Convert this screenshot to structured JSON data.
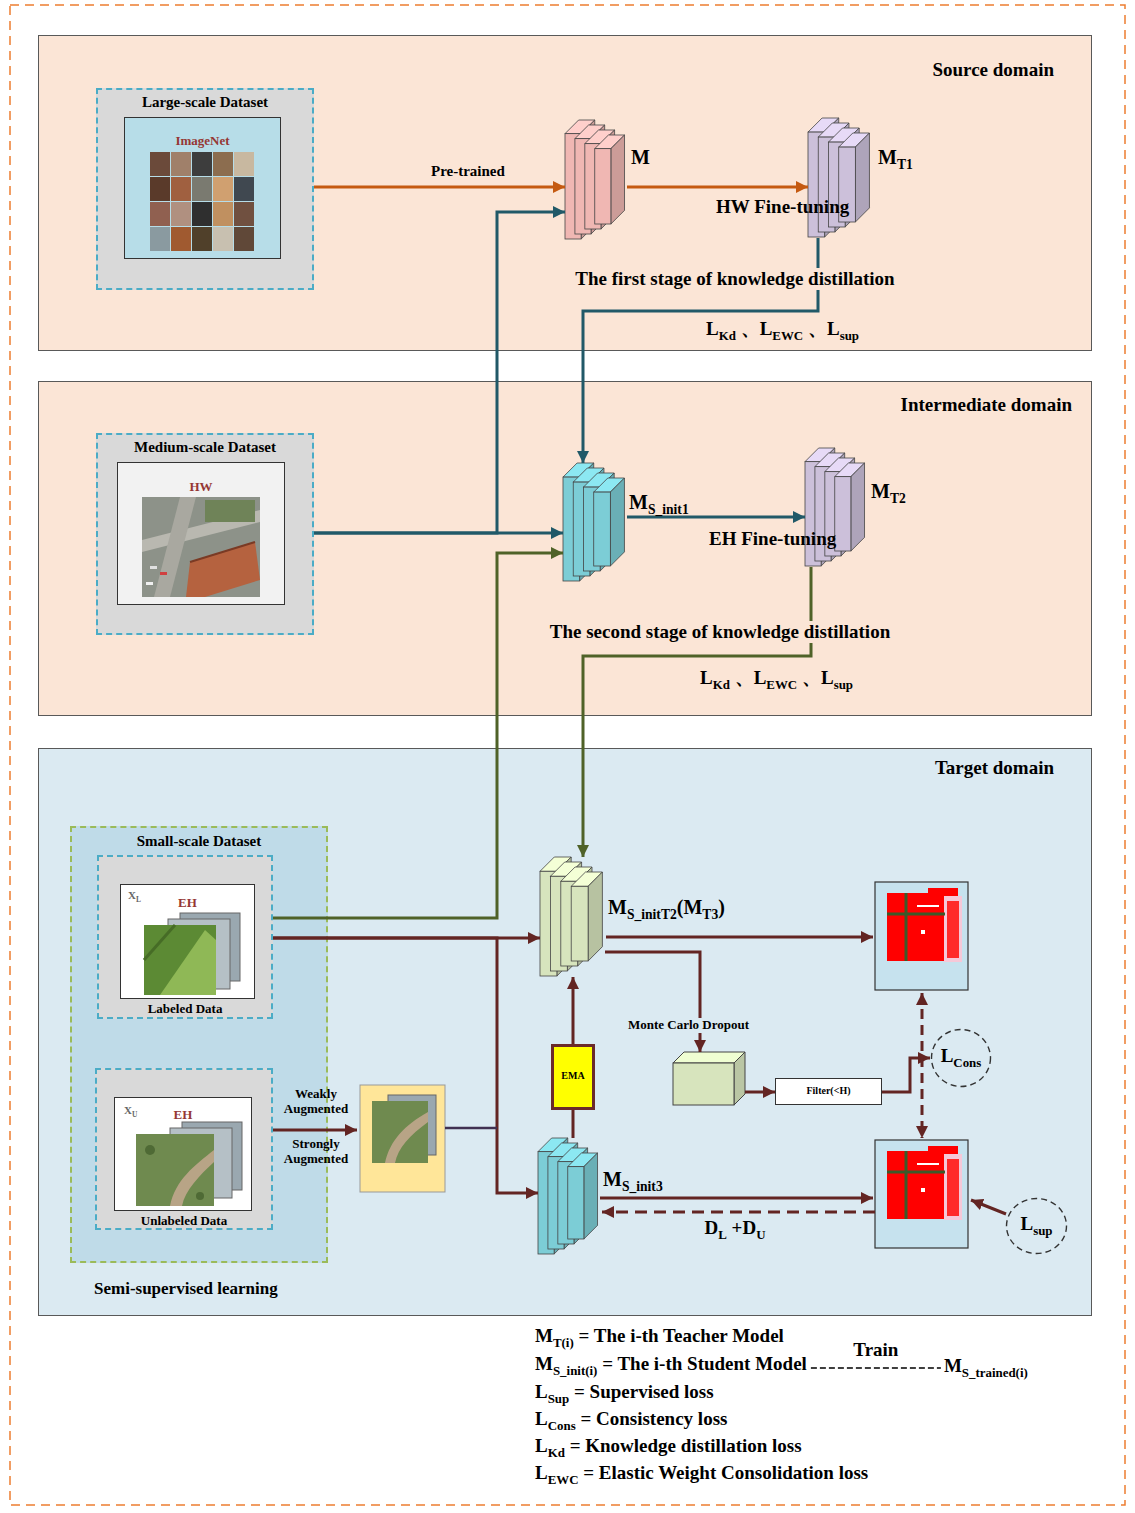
{
  "diagram": {
    "nodes": [
      {
        "text": [
          "Source domain"
        ]
      },
      {
        "text": [
          "Large-scale Dataset"
        ],
        "in": 0
      },
      {
        "text": [
          "ImageNet"
        ],
        "in": 1
      },
      {
        "text": [
          "M"
        ],
        "in": 0
      },
      {
        "text": [
          "MT1"
        ],
        "in": 0
      },
      {
        "text": [
          "Intermediate domain"
        ]
      },
      {
        "text": [
          "Medium-scale Dataset"
        ],
        "in": 5
      },
      {
        "text": [
          "HW"
        ],
        "in": 6
      },
      {
        "text": [
          "MS_init1"
        ],
        "in": 5
      },
      {
        "text": [
          "MT2"
        ],
        "in": 5
      },
      {
        "text": [
          "Target domain"
        ]
      },
      {
        "text": [
          "Small-scale Dataset",
          "Semi-supervised learning"
        ],
        "in": 10
      },
      {
        "text": [
          "Labeled Data"
        ],
        "in": 11
      },
      {
        "text": [
          "XL",
          "EH"
        ],
        "in": 12
      },
      {
        "text": [
          "Unlabeled Data"
        ],
        "in": 11
      },
      {
        "text": [
          "XU",
          "EH"
        ],
        "in": 14
      },
      {
        "text": [
          "MS_initT2(MT3)"
        ],
        "in": 10
      },
      {
        "text": [
          "Monte Carlo Dropout"
        ],
        "in": 10
      },
      {
        "text": [
          "Filter(<H)"
        ],
        "in": 10
      },
      {
        "text": [
          "EMA"
        ],
        "in": 10
      },
      {
        "text": [
          "MS_init3"
        ],
        "in": 10
      },
      {
        "text": [
          "LCons"
        ],
        "in": 10
      },
      {
        "text": [
          "Lsup"
        ],
        "in": 10
      }
    ],
    "edges": [
      {
        "from": 1,
        "to": 3,
        "arrow": "to",
        "label": "Pre-trained"
      },
      {
        "from": 3,
        "to": 4,
        "arrow": "to",
        "label": "HW Fine-tuning"
      },
      {
        "from": 4,
        "to": 8,
        "arrow": "to",
        "label": "LKd 、LEWC 、Lsup"
      },
      {
        "from": 6,
        "to": 3,
        "arrow": "to"
      },
      {
        "from": 6,
        "to": 8,
        "arrow": "to"
      },
      {
        "from": 8,
        "to": 9,
        "arrow": "to",
        "label": "EH Fine-tuning"
      },
      {
        "from": 9,
        "to": 16,
        "arrow": "to",
        "label": "LKd 、LEWC 、Lsup"
      },
      {
        "from": 12,
        "to": 8,
        "arrow": "to"
      },
      {
        "from": 12,
        "to": 16,
        "arrow": "to"
      },
      {
        "from": 12,
        "to": 20,
        "arrow": "to"
      },
      {
        "from": 16,
        "to": 17,
        "arrow": "to"
      },
      {
        "from": 17,
        "to": 18,
        "arrow": "to"
      },
      {
        "from": 18,
        "to": 21,
        "arrow": "to"
      },
      {
        "from": 20,
        "to": 19,
        "arrow": "none"
      },
      {
        "from": 19,
        "to": 16,
        "arrow": "to"
      }
    ],
    "labels": [
      "The first stage of knowledge distillation",
      "The second stage of knowledge distillation",
      "Weakly Augmented",
      "Strongly Augmented",
      "DL +DU",
      "MT(i) = The i-th Teacher Model",
      "MS_init(i) = The i-th Student Model",
      "Train",
      "MS_trained(i)",
      "LSup = Supervised loss",
      "LCons = Consistency loss",
      "LKd = Knowledge distillation loss",
      "LEWC = Elastic Weight Consolidation loss"
    ]
  }
}
